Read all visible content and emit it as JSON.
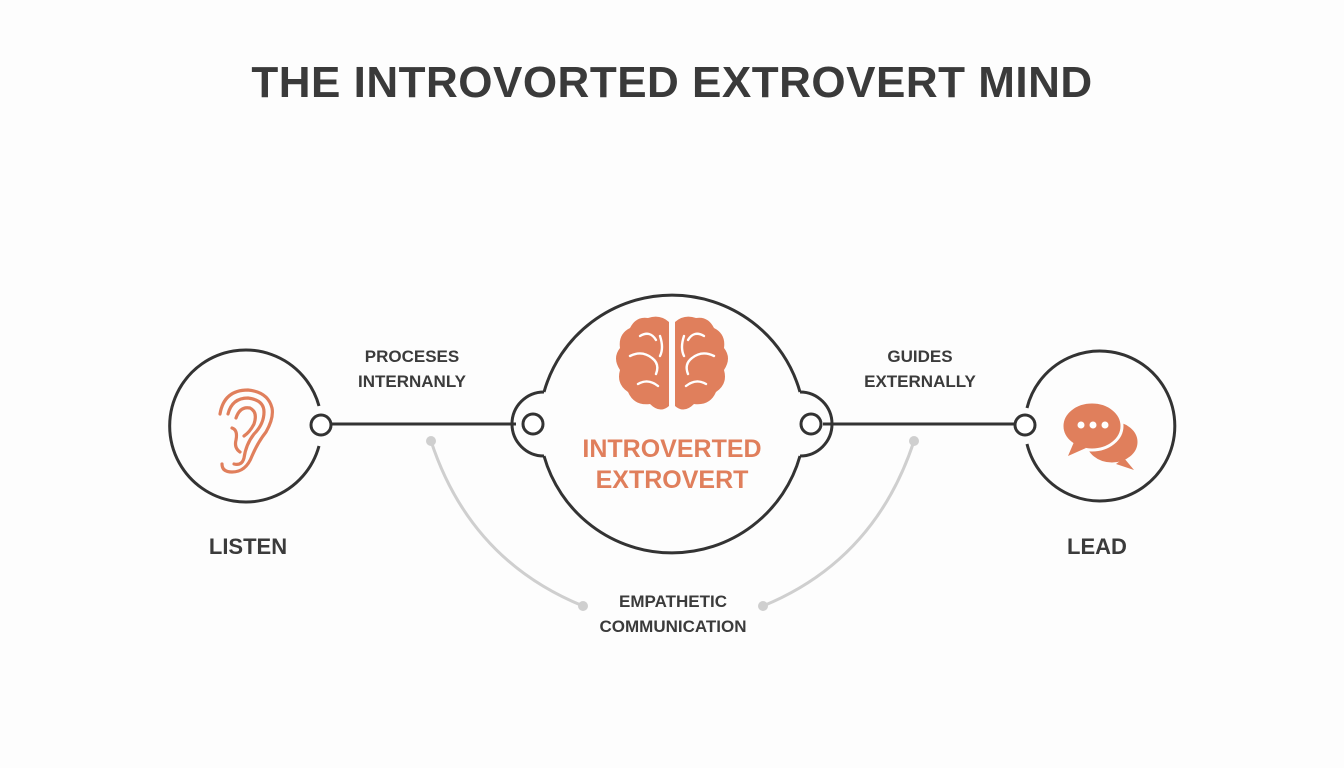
{
  "title": "THE INTROVORTED EXTROVERT MIND",
  "colors": {
    "background": "#fdfdfd",
    "text_dark": "#3a3a3a",
    "accent": "#e07f5c",
    "line_dark": "#333333",
    "line_gray": "#cfcfcf"
  },
  "nodes": {
    "left": {
      "label": "LISTEN",
      "icon": "ear-icon"
    },
    "center": {
      "line1": "INTROVERTED",
      "line2": "EXTROVERT",
      "icon": "brain-icon"
    },
    "right": {
      "label": "LEAD",
      "icon": "speech-bubbles-icon"
    }
  },
  "connectors": {
    "left": {
      "line1": "PROCESES",
      "line2": "INTERNANLY"
    },
    "right": {
      "line1": "GUIDES",
      "line2": "EXTERNALLY"
    },
    "bottom": {
      "line1": "EMPATHETIC",
      "line2": "COMMUNICATION"
    }
  }
}
